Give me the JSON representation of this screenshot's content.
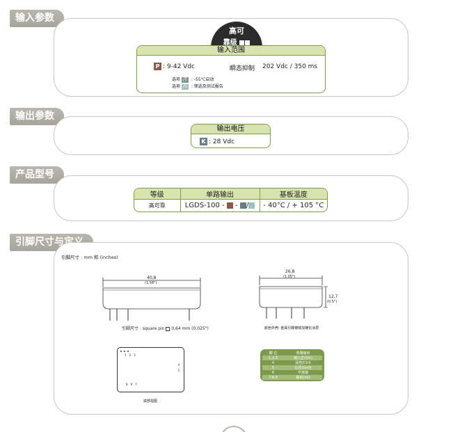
{
  "sections": {
    "input_title": "输入参数",
    "output_title": "输出参数",
    "model_title": "产品型号",
    "pin_title": "引脚尺寸与定义"
  },
  "grade_badge": {
    "line1": "高可",
    "line2": "靠级"
  },
  "input": {
    "header": "输入范围",
    "code": "P",
    "range": ": 9-42 Vdc",
    "transient_label": "瞬态抑制",
    "transient_value": "202 Vdc / 350 ms",
    "option1_label": "选项",
    "option1_code": "/T",
    "option1_text": ": -55℃启动",
    "option2_label": "选项",
    "option2_code": "/S",
    "option2_text": ": 筛选及测试报告"
  },
  "output": {
    "header": "输出电压",
    "code": "K",
    "value": ": 28 Vdc"
  },
  "model": {
    "headers": [
      "等级",
      "单路输出",
      "基板温度"
    ],
    "grade": "高可靠",
    "model_prefix": "LGDS-100 -",
    "sep1": "-",
    "sep2": "/",
    "temp": "- 40°C / + 105 °C",
    "colors": [
      "#8a5a4c",
      "#6a7b83",
      "#9fc0bd"
    ]
  },
  "pins": {
    "unit_note": "引脚尺寸 : mm 和 (inches)",
    "width1": "40,8",
    "width1_in": "(1.58\")",
    "width2": "26,8",
    "width2_in": "(1.05\")",
    "height": "12,7",
    "height_in": "(0.5\")",
    "pin_note": "引脚尺寸 : square pin",
    "pin_size": "0,64 mm (0.025\")",
    "side_note": "颜色外壳: 金属引脚镀锡加镀化涂层",
    "bottom_label": "底部视图",
    "top_pins": [
      "1",
      "2",
      "3"
    ],
    "mid_pins": [
      "4",
      "5"
    ],
    "bottom_pins": [
      "8",
      "9",
      "7"
    ],
    "table_headers": [
      "脚 位",
      "单路输出"
    ],
    "table_rows": [
      [
        "1,2,3",
        "输入正(Vin)"
      ],
      [
        "4",
        "遥控(Ctrl)"
      ],
      [
        "5",
        "公共(Gnd)"
      ],
      [
        "6",
        "不连接"
      ],
      [
        "7,8,9",
        "输出(Vo)"
      ]
    ]
  }
}
